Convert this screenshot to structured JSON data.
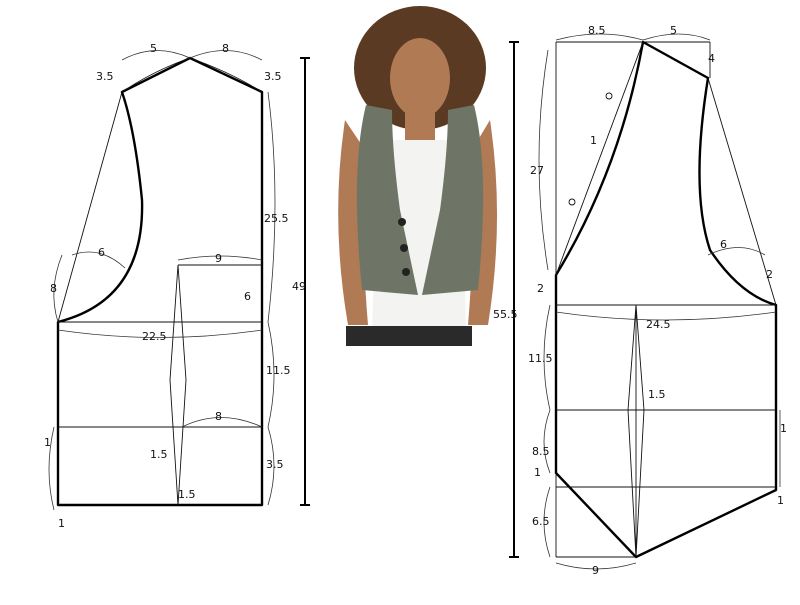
{
  "back_pattern": {
    "labels": {
      "shoulder_left": "5",
      "shoulder_right": "8",
      "neck_left_drop": "3.5",
      "neck_right_drop": "3.5",
      "side_upper": "25.5",
      "armhole_width": "6",
      "armhole_side": "8",
      "chest_width": "22.5",
      "dart_top": "9",
      "dart_side": "6",
      "waist_side": "11.5",
      "hem_width": "8",
      "dart_width": "1.5",
      "dart_bottom": "1.5",
      "hem_side": "3.5",
      "left_offset": "1",
      "left_bottom": "1",
      "total_length": "49"
    }
  },
  "front_pattern": {
    "labels": {
      "top_width": "8.5",
      "shoulder": "5",
      "shoulder_drop": "4",
      "neckline_length": "27",
      "button_offset": "1",
      "armhole": "6",
      "side_right": "2",
      "side_left": "2",
      "chest_width": "24.5",
      "waist_left": "11.5",
      "dart_width": "1.5",
      "right_offset_1": "1",
      "right_offset_2": "1",
      "hem_left": "8.5",
      "hem_corner": "1",
      "point_height": "6.5",
      "bottom_width": "9",
      "total_length": "55.5"
    }
  },
  "photo": {
    "vest_color": "#6f7566",
    "hair_color": "#5a3a22",
    "skin_color": "#b07a55",
    "shirt_color": "#f3f3f1",
    "pants_color": "#2a2a2a"
  }
}
